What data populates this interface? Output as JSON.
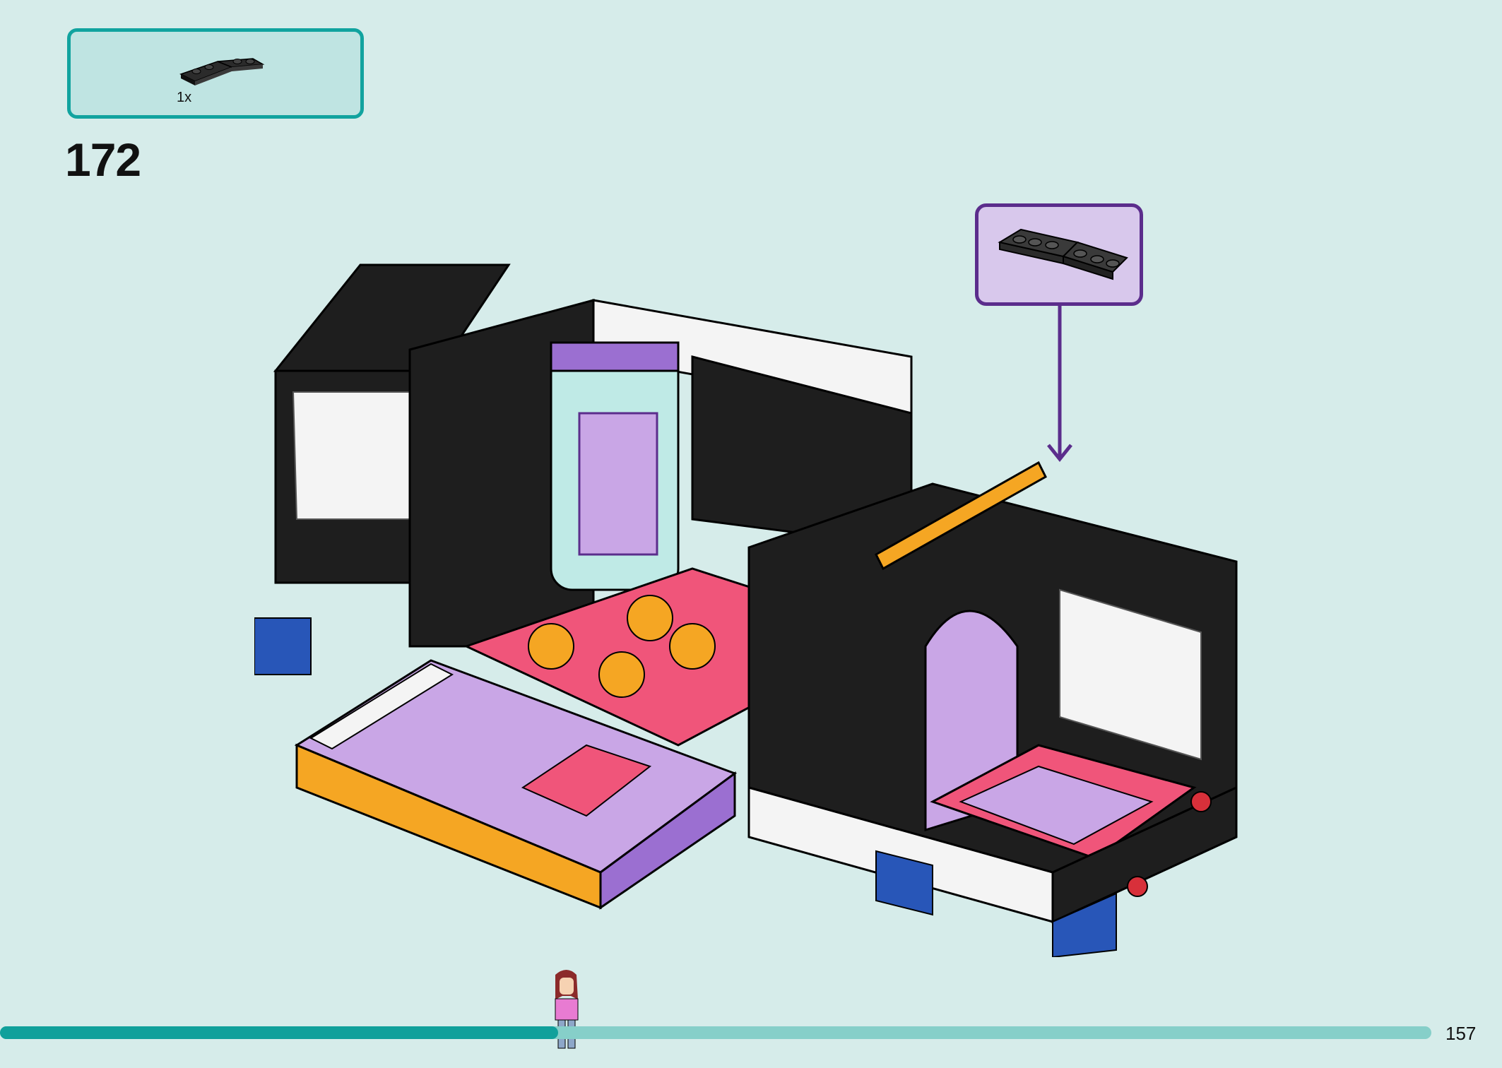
{
  "parts": {
    "quantity": "1x",
    "piece_color": "#2b2b2b"
  },
  "step": {
    "number": "172"
  },
  "page": {
    "number": "157"
  },
  "progress": {
    "fraction": 0.39
  },
  "colors": {
    "accent_teal": "#11a39f",
    "callout_purple": "#5b2d8c",
    "brick_black": "#1e1e1e",
    "brick_pink": "#f0557a",
    "brick_orange": "#f5a623",
    "brick_lavender": "#c9a6e6",
    "brick_blue": "#2856b8",
    "brick_white": "#f4f4f4"
  }
}
